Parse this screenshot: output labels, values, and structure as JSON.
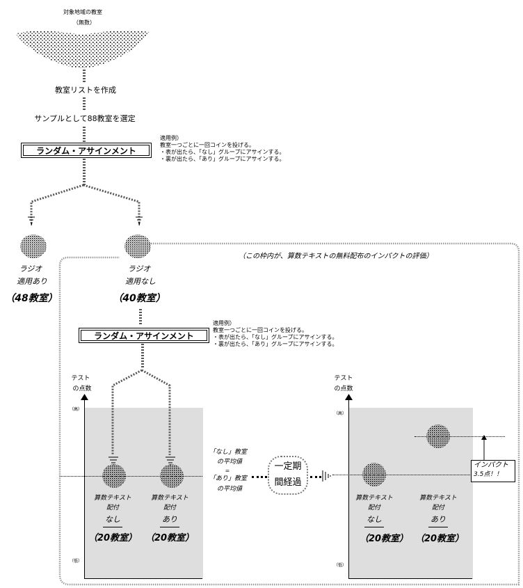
{
  "top": {
    "title": "対象地域の教室",
    "subtitle": "（無数）"
  },
  "steps": {
    "list": "教室リストを作成",
    "sample": "サンプルとして88教室を選定"
  },
  "boxes": {
    "random1": "ランダム・アサインメント",
    "random2": "ランダム・アサインメント"
  },
  "notes": {
    "n1": [
      "適用例）",
      "教室一つごとに一回コインを投げる。",
      "・表が出たら、「なし」グループにアサインする。",
      "・裏が出たら、「あり」グループにアサインする。"
    ],
    "n2": [
      "適用例）",
      "教室一つごとに一回コインを投げる。",
      "・表が出たら、「なし」グループにアサインする。",
      "・裏が出たら、「あり」グループにアサインする。"
    ]
  },
  "radio": {
    "yes_l1": "ラジオ",
    "yes_l2": "適用あり",
    "yes_count": "（48教室）",
    "no_l1": "ラジオ",
    "no_l2": "適用なし",
    "no_count": "（40教室）"
  },
  "frame_caption": "（この枠内が、算数テキストの無料配布のインパクトの評価）",
  "left_chart": {
    "ylabel_1": "テスト",
    "ylabel_2": "の点数",
    "high": "（高）",
    "low": "（低）",
    "g1_l1": "算数テキスト",
    "g1_l2": "配付",
    "g1_l3": "なし",
    "g1_count": "（20教室）",
    "g2_l1": "算数テキスト",
    "g2_l2": "配付",
    "g2_l3": "あり",
    "g2_count": "（20教室）"
  },
  "middle": {
    "a1": "「なし」教室",
    "a2": "の平均値",
    "eq": "=",
    "b1": "「あり」教室",
    "b2": "の平均値",
    "elapsed_1": "一定期",
    "elapsed_2": "間経過"
  },
  "right_chart": {
    "ylabel_1": "テスト",
    "ylabel_2": "の点数",
    "high": "（高）",
    "low": "（低）",
    "g1_l1": "算数テキスト",
    "g1_l2": "配付",
    "g1_l3": "なし",
    "g1_count": "（20教室）",
    "g2_l1": "算数テキスト",
    "g2_l2": "配付",
    "g2_l3": "あり",
    "g2_count": "（20教室）",
    "impact_1": "インパクト",
    "impact_2": "3.5点！！"
  }
}
